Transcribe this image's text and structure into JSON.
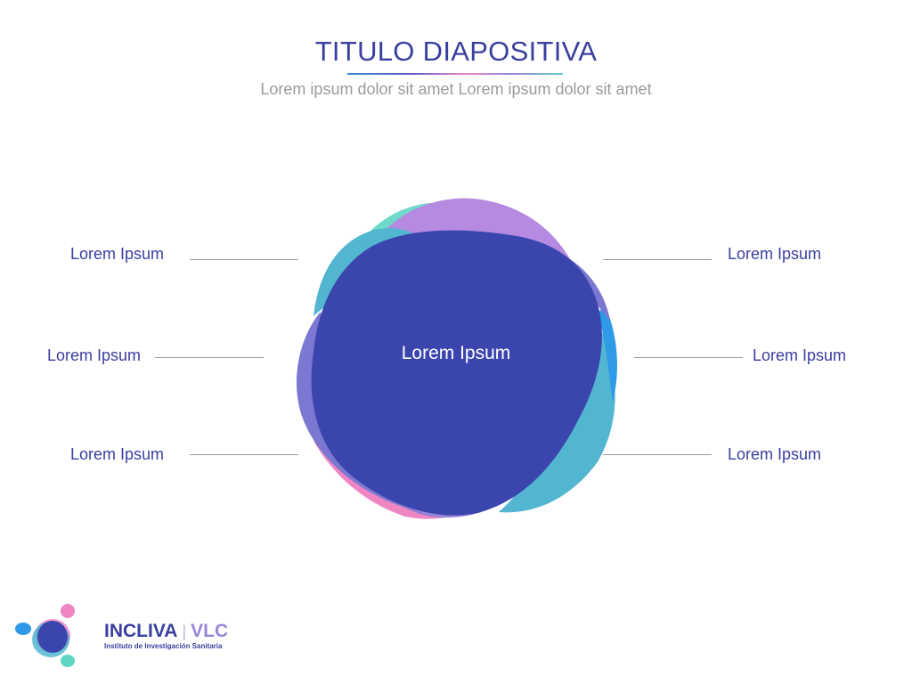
{
  "slide": {
    "title": "TITULO DIAPOSITIVA",
    "subtitle": "Lorem ipsum dolor sit amet Lorem ipsum dolor sit amet"
  },
  "diagram": {
    "center_label": "Lorem Ipsum",
    "left_labels": [
      "Lorem Ipsum",
      "Lorem Ipsum",
      "Lorem Ipsum"
    ],
    "right_labels": [
      "Lorem Ipsum",
      "Lorem Ipsum",
      "Lorem Ipsum"
    ],
    "colors": {
      "main": "#3b45ae",
      "purple": "#b58ae0",
      "teal": "#52b6d0",
      "mint": "#5fd6c4",
      "pink": "#ef86c3",
      "blue": "#2f9ae8",
      "violet": "#7a78d0"
    }
  },
  "logo": {
    "brand": "INCLIVA",
    "separator": "|",
    "city": "VLC",
    "tagline": "Instituto de Investigación Sanitaria"
  }
}
